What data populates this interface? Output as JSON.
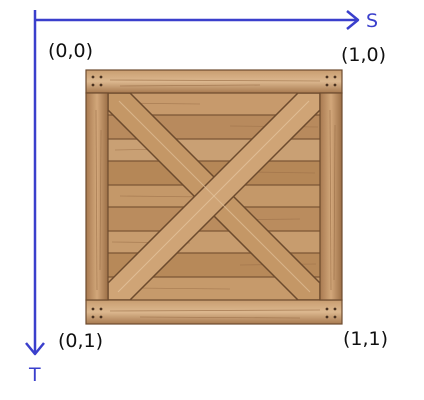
{
  "axes": {
    "s_label": "S",
    "t_label": "T",
    "color": "#3a3fcc"
  },
  "corners": {
    "top_left": "(0,0)",
    "top_right": "(1,0)",
    "bottom_left": "(0,1)",
    "bottom_right": "(1,1)"
  },
  "texture": {
    "subject": "wooden crate",
    "wood_base": "#b98a5f",
    "wood_light": "#d9b48c",
    "wood_dark": "#8c6440",
    "seam": "#6d4b2e"
  }
}
